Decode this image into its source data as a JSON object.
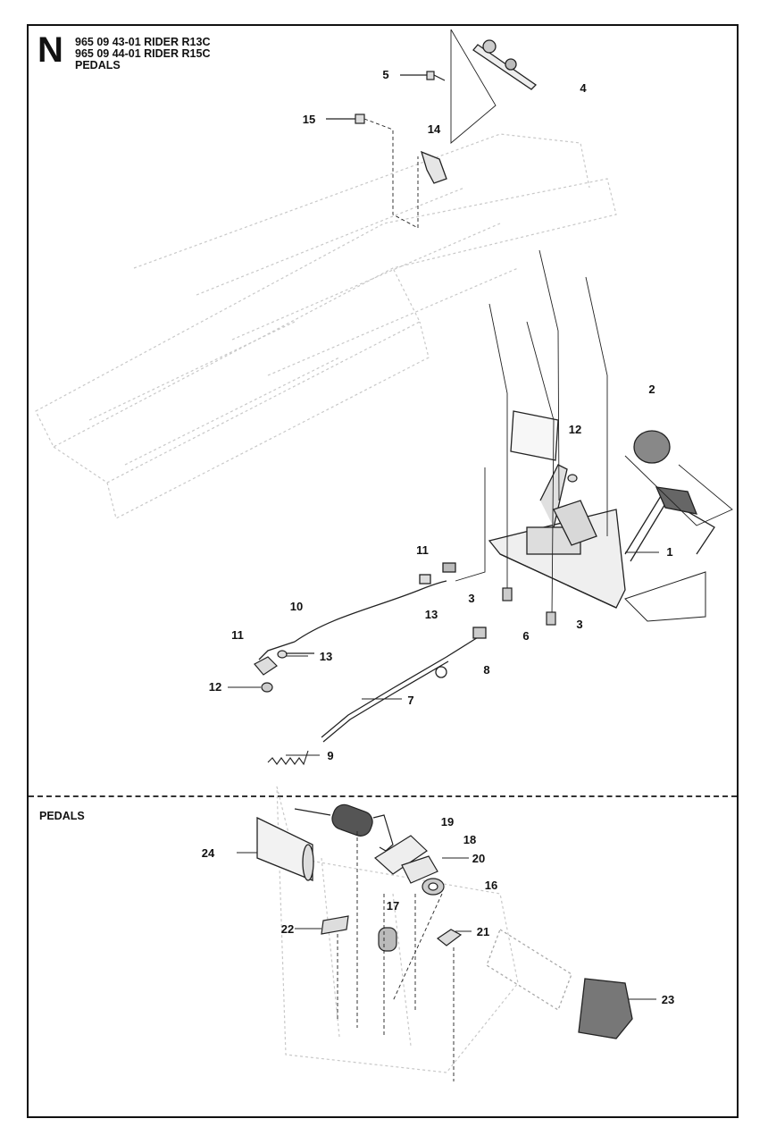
{
  "header": {
    "section_letter": "N",
    "lines": [
      "965 09 43-01 RIDER R13C",
      "965 09 44-01 RIDER R15C",
      "PEDALS"
    ]
  },
  "lower_section": {
    "title": "PEDALS"
  },
  "callouts": {
    "c1": "1",
    "c2": "2",
    "c3a": "3",
    "c3b": "3",
    "c4": "4",
    "c5": "5",
    "c6": "6",
    "c7": "7",
    "c8": "8",
    "c9": "9",
    "c10": "10",
    "c11a": "11",
    "c11b": "11",
    "c12a": "12",
    "c12b": "12",
    "c13a": "13",
    "c13b": "13",
    "c14": "14",
    "c15": "15",
    "c16": "16",
    "c17": "17",
    "c18": "18",
    "c19": "19",
    "c20": "20",
    "c21": "21",
    "c22": "22",
    "c23": "23",
    "c24": "24"
  }
}
